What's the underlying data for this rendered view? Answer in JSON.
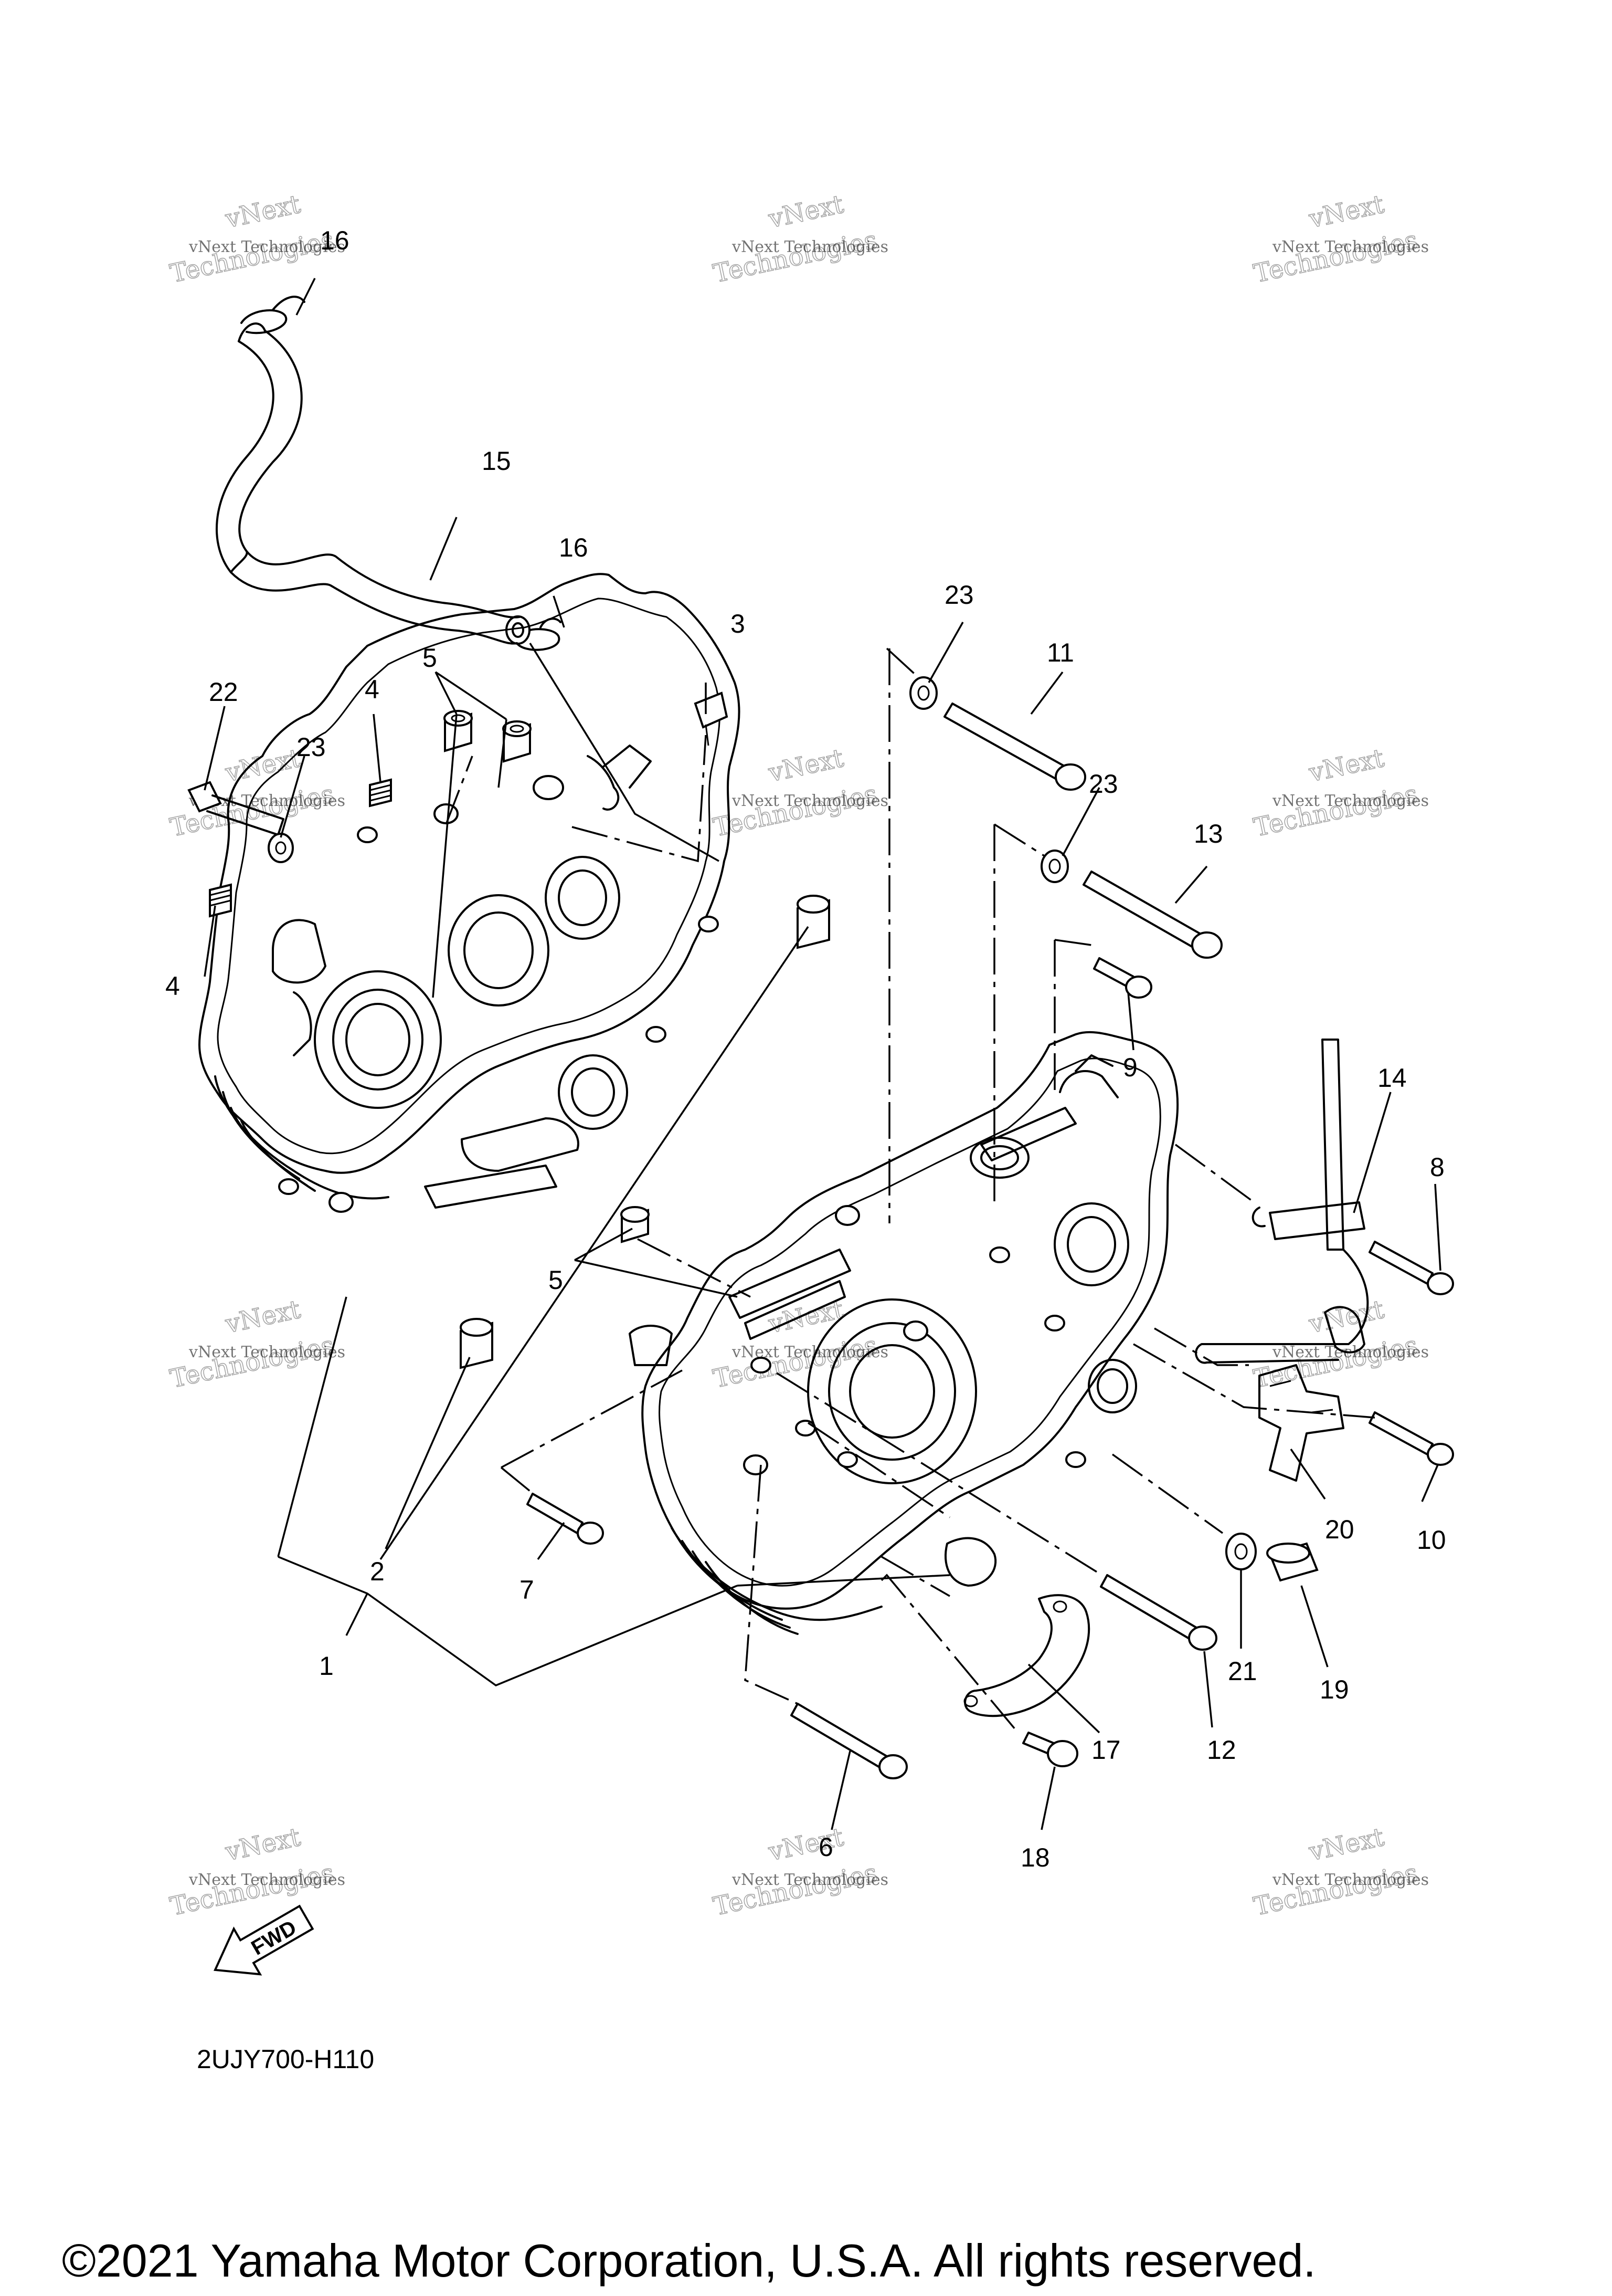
{
  "diagram": {
    "callouts": [
      {
        "id": "1",
        "label": "1"
      },
      {
        "id": "2",
        "label": "2"
      },
      {
        "id": "3",
        "label": "3"
      },
      {
        "id": "4a",
        "label": "4"
      },
      {
        "id": "4b",
        "label": "4"
      },
      {
        "id": "5a",
        "label": "5"
      },
      {
        "id": "5b",
        "label": "5"
      },
      {
        "id": "6",
        "label": "6"
      },
      {
        "id": "7",
        "label": "7"
      },
      {
        "id": "8",
        "label": "8"
      },
      {
        "id": "9",
        "label": "9"
      },
      {
        "id": "10",
        "label": "10"
      },
      {
        "id": "11",
        "label": "11"
      },
      {
        "id": "12",
        "label": "12"
      },
      {
        "id": "13",
        "label": "13"
      },
      {
        "id": "14",
        "label": "14"
      },
      {
        "id": "15",
        "label": "15"
      },
      {
        "id": "16a",
        "label": "16"
      },
      {
        "id": "16b",
        "label": "16"
      },
      {
        "id": "17",
        "label": "17"
      },
      {
        "id": "18",
        "label": "18"
      },
      {
        "id": "19",
        "label": "19"
      },
      {
        "id": "20",
        "label": "20"
      },
      {
        "id": "21",
        "label": "21"
      },
      {
        "id": "22",
        "label": "22"
      },
      {
        "id": "23a",
        "label": "23"
      },
      {
        "id": "23b",
        "label": "23"
      },
      {
        "id": "23c",
        "label": "23"
      }
    ],
    "watermark": {
      "small": "vNext Technologies",
      "big_top": "vNext",
      "big_bottom": "Technologies"
    },
    "fwd_label": "FWD",
    "drawing_code": "2UJY700-H110",
    "copyright": "©2021 Yamaha Motor Corporation, U.S.A. All rights reserved."
  }
}
